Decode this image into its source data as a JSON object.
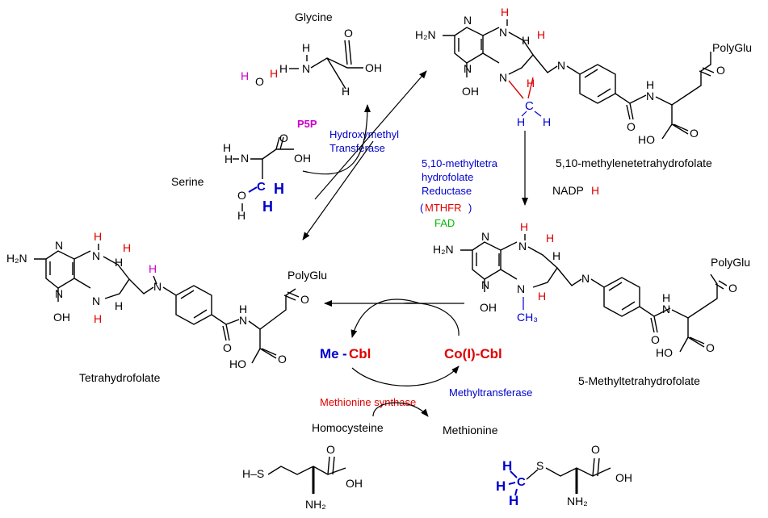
{
  "colors": {
    "black": "#000000",
    "red": "#e00000",
    "blue": "#0000cc",
    "magenta": "#cc00cc",
    "green": "#00bb00"
  },
  "labels": {
    "glycine": "Glycine",
    "serine": "Serine",
    "p5p": "P5P",
    "hydroxymethyl_transferase": [
      "Hydroxymethyl",
      "Transferase"
    ],
    "methylene_thf": "5,10-methylenetetrahydrofolate",
    "mthfr": [
      "5,10-methyltetra",
      "hydrofolate",
      "Reductase"
    ],
    "mthfr_paren_open": "(",
    "mthfr_abbr": "MTHFR",
    "mthfr_paren_close": ")",
    "fad": "FAD",
    "nadph_prefix": "NADP",
    "nadph_suffix": "H",
    "methyl_thf": "5-Methyltetrahydrofolate",
    "thf": "Tetrahydrofolate",
    "me_part": "Me",
    "dash": "-",
    "cbl_part": "Cbl",
    "co_cbl": "Co(I)-Cbl",
    "methionine_synthase": "Methionine synthase",
    "methyltransferase": "Methyltransferase",
    "homocysteine": "Homocysteine",
    "methionine": "Methionine",
    "polyglu": "PolyGlu"
  },
  "atoms": {
    "H": "H",
    "N": "N",
    "O": "O",
    "C": "C",
    "OH": "OH",
    "HO": "HO",
    "H2N": "H₂N",
    "NH2": "NH₂",
    "CH3": "CH₃",
    "HS": "H–S",
    "S": "S"
  }
}
